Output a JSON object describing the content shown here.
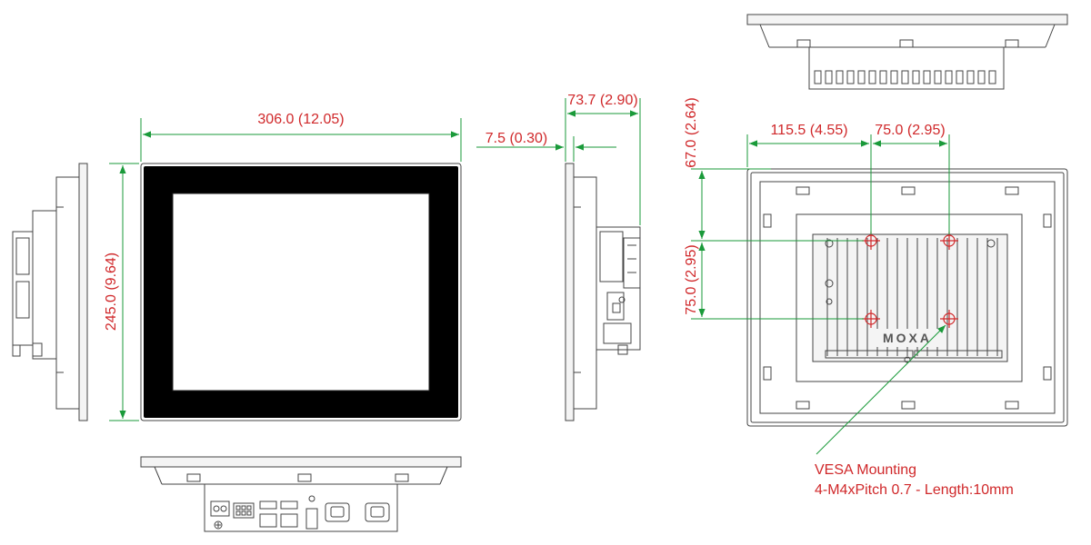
{
  "dimensions": {
    "front_width": "306.0 (12.05)",
    "front_height": "245.0 (9.64)",
    "side_depth_total": "73.7 (2.90)",
    "side_bezel_depth": "7.5 (0.30)",
    "rear_offset_x": "115.5 (4.55)",
    "rear_vesa_x": "75.0 (2.95)",
    "rear_offset_y": "67.0 (2.64)",
    "rear_vesa_y": "75.0 (2.95)"
  },
  "note": {
    "line1": "VESA Mounting",
    "line2": "4-M4xPitch 0.7 - Length:10mm"
  },
  "rear_logo": "MOXA",
  "colors": {
    "dimension_line": "#1a9a3a",
    "dimension_text": "#d0282a",
    "outline": "#444444",
    "screen_bezel": "#000000"
  }
}
